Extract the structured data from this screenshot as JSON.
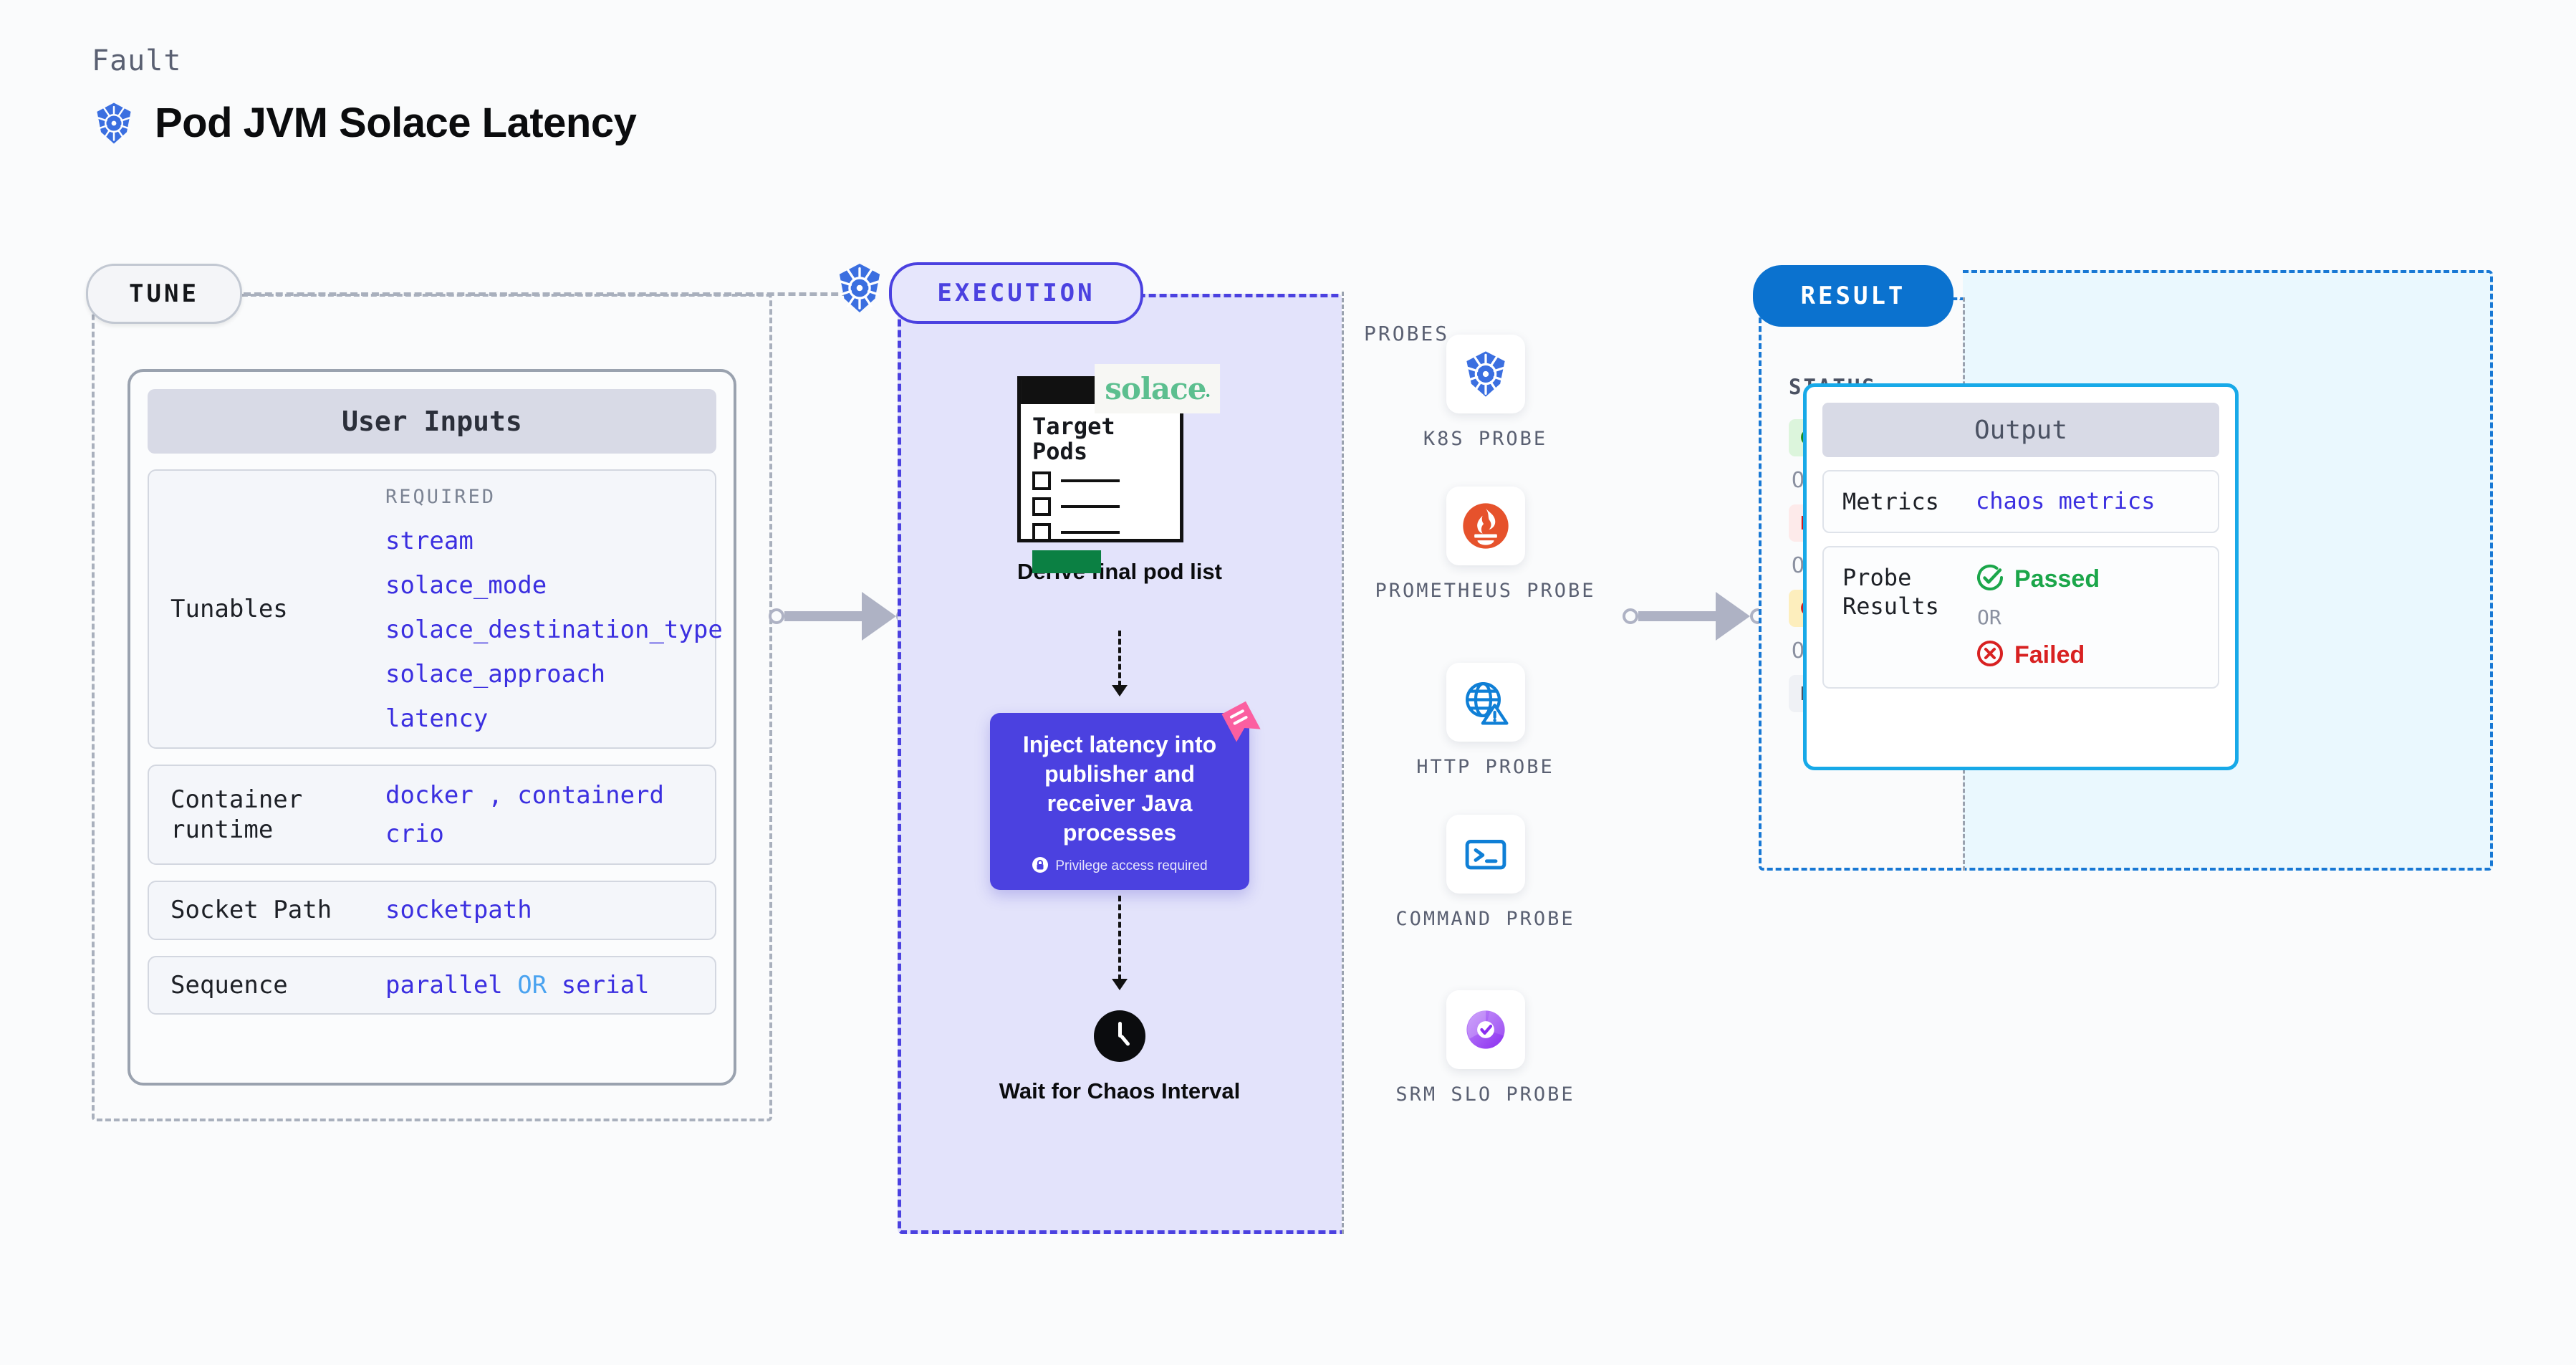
{
  "header": {
    "eyebrow": "Fault",
    "title": "Pod JVM Solace Latency",
    "icon": "kubernetes-icon"
  },
  "colors": {
    "accent_purple": "#4b41e0",
    "accent_blue": "#0b72cf",
    "output_border": "#17a9e8",
    "passed_green": "#1ba64a",
    "failed_red": "#d82121",
    "solace_green": "#5cbf8f",
    "tunable_text": "#3b2fe0"
  },
  "tune": {
    "pill_label": "TUNE",
    "badge_icon": "kubernetes-icon",
    "card_title": "User Inputs",
    "required_label": "REQUIRED",
    "tunables_key": "Tunables",
    "tunables": [
      "stream",
      "solace_mode",
      "solace_destination_type",
      "solace_approach",
      "latency"
    ],
    "rows": [
      {
        "key": "Container runtime",
        "values": [
          "docker",
          "containerd",
          "crio"
        ],
        "separator": ","
      },
      {
        "key": "Socket Path",
        "values": [
          "socketpath"
        ]
      },
      {
        "key": "Sequence",
        "values": [
          "parallel",
          "serial"
        ],
        "joiner": "OR"
      }
    ]
  },
  "execution": {
    "pill_label": "EXECUTION",
    "steps": [
      {
        "id": "derive-pods",
        "card_title": "Target Pods",
        "badge_text": "solace",
        "badge_dot": "•",
        "caption": "Derive final pod list"
      },
      {
        "id": "inject-latency",
        "text": "Inject latency into publisher and receiver Java processes",
        "note": "Privilege access required",
        "note_icon": "lock-icon",
        "ribbon_icon": "ribbon-badge-icon"
      },
      {
        "id": "wait-interval",
        "icon": "clock-icon",
        "caption": "Wait for Chaos Interval"
      }
    ],
    "probes_label": "PROBES",
    "probes": [
      {
        "label": "K8S PROBE",
        "icon": "kubernetes-icon"
      },
      {
        "label": "PROMETHEUS PROBE",
        "icon": "prometheus-icon"
      },
      {
        "label": "HTTP PROBE",
        "icon": "globe-warning-icon"
      },
      {
        "label": "COMMAND PROBE",
        "icon": "terminal-icon"
      },
      {
        "label": "SRM SLO PROBE",
        "icon": "srm-slo-donut-icon"
      }
    ]
  },
  "result": {
    "pill_label": "RESULT",
    "status_label": "STATUS",
    "or_label": "OR",
    "statuses": [
      {
        "label": "COMPLETED",
        "bg": "#dcf5dc",
        "fg": "#1d8b1d"
      },
      {
        "label": "ERRORED",
        "bg": "#fdeaea",
        "fg": "#cc1f1f"
      },
      {
        "label": "QUEUED",
        "bg": "#fdeebd",
        "fg": "#cc1f1f"
      },
      {
        "label": "INCOMPLETED",
        "bg": "#eff1f5",
        "fg": "#4b5263"
      }
    ],
    "output": {
      "title": "Output",
      "metrics_key": "Metrics",
      "metrics_value": "chaos metrics",
      "probe_results_key": "Probe Results",
      "passed_label": "Passed",
      "failed_label": "Failed",
      "or_label": "OR",
      "passed_icon": "check-circle-icon",
      "failed_icon": "x-circle-icon"
    }
  }
}
